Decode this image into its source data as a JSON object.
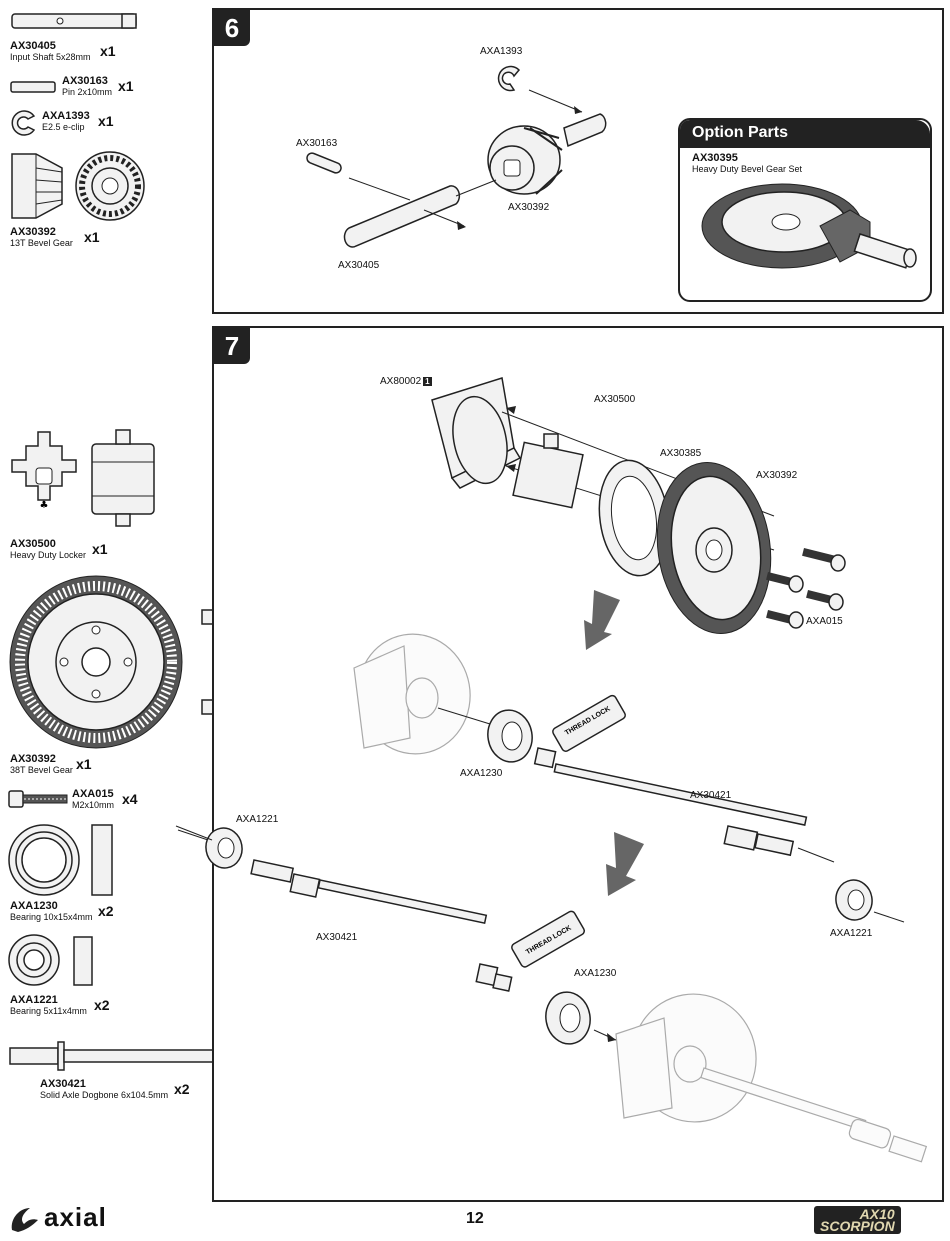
{
  "page_number": "12",
  "brand_left": "axial",
  "brand_right_line1": "AX10",
  "brand_right_line2": "SCORPION",
  "parts_step6": [
    {
      "code": "AX30405",
      "desc": "Input Shaft 5x28mm",
      "qty": "x1"
    },
    {
      "code": "AX30163",
      "desc": "Pin 2x10mm",
      "qty": "x1"
    },
    {
      "code": "AXA1393",
      "desc": "E2.5 e-clip",
      "qty": "x1"
    },
    {
      "code": "AX30392",
      "desc": "13T Bevel Gear",
      "qty": "x1"
    }
  ],
  "parts_step7": [
    {
      "code": "AX30500",
      "desc": "Heavy Duty Locker",
      "qty": "x1"
    },
    {
      "code": "AX30392",
      "desc": "38T Bevel Gear",
      "qty": "x1"
    },
    {
      "code": "AXA015",
      "desc": "M2x10mm",
      "qty": "x4"
    },
    {
      "code": "AXA1230",
      "desc": "Bearing 10x15x4mm",
      "qty": "x2"
    },
    {
      "code": "AXA1221",
      "desc": "Bearing 5x11x4mm",
      "qty": "x2"
    },
    {
      "code": "AX30421",
      "desc": "Solid Axle Dogbone 6x104.5mm",
      "qty": "x2"
    }
  ],
  "step6": {
    "number": "6",
    "labels": {
      "eclip": "AXA1393",
      "pin": "AX30163",
      "gear": "AX30392",
      "shaft": "AX30405"
    },
    "option": {
      "title": "Option Parts",
      "code": "AX30395",
      "desc": "Heavy Duty Bevel Gear Set"
    }
  },
  "step7": {
    "number": "7",
    "labels": {
      "case": "AX80002",
      "case_badge": "1",
      "locker": "AX30500",
      "ring": "AX30385",
      "gear": "AX30392",
      "screw": "AXA015",
      "bearing_a": "AXA1230",
      "axle_a": "AX30421",
      "bearing_b": "AXA1221",
      "bearing_c": "AXA1221",
      "axle_b": "AX30421",
      "bearing_d": "AXA1230",
      "threadlock_1": "THREAD LOCK",
      "threadlock_2": "THREAD LOCK"
    }
  }
}
